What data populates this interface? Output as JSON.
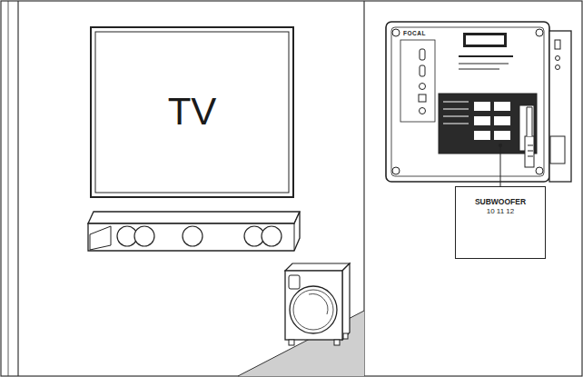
{
  "diagram": {
    "nodes": [
      {
        "text": [
          "TV"
        ]
      },
      {
        "text": [
          "SUBWOOFER",
          "10 11 12"
        ]
      }
    ],
    "labels": [
      "FOCAL"
    ]
  }
}
